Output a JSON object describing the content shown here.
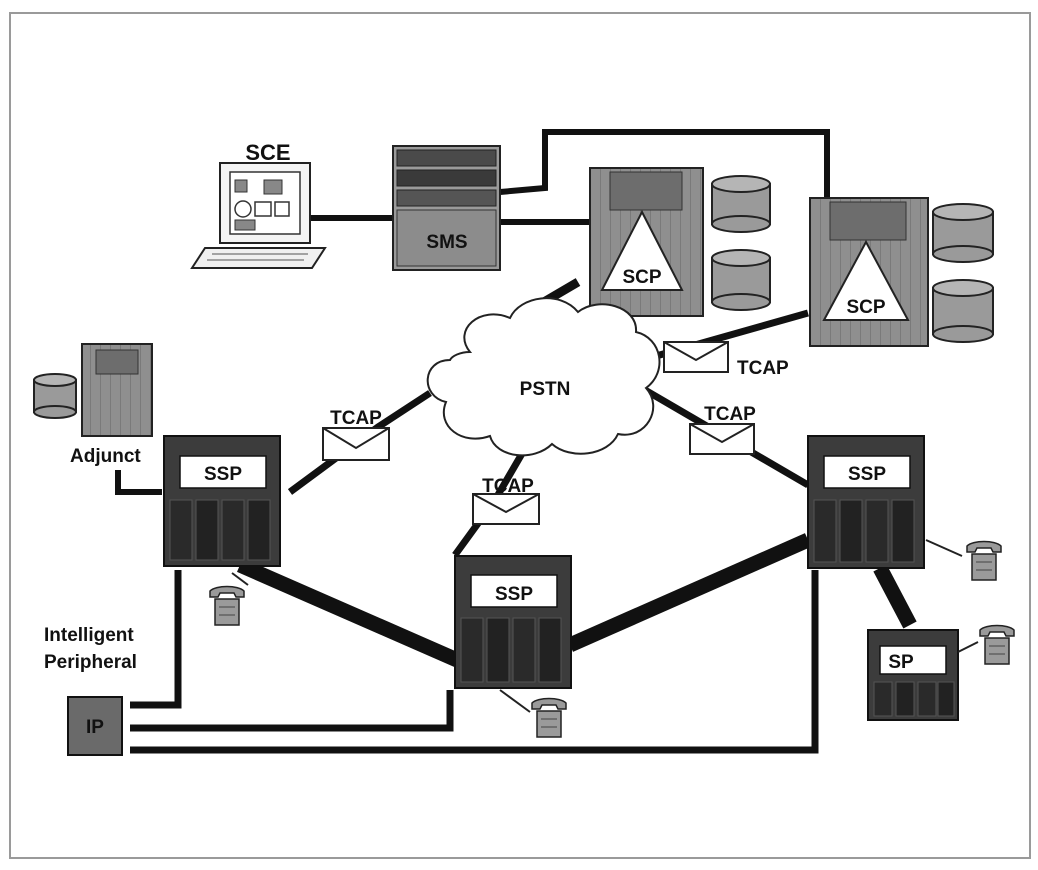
{
  "nodes": {
    "sce": "SCE",
    "sms": "SMS",
    "scp_left": "SCP",
    "scp_right": "SCP",
    "pstn": "PSTN",
    "ssp_left": "SSP",
    "ssp_center": "SSP",
    "ssp_right": "SSP",
    "sp": "SP",
    "ip": "IP",
    "adjunct": "Adjunct",
    "intelligent_peripheral_line1": "Intelligent",
    "intelligent_peripheral_line2": "Peripheral"
  },
  "messages": {
    "tcap_left": "TCAP",
    "tcap_center": "TCAP",
    "tcap_right_lower": "TCAP",
    "tcap_right_upper": "TCAP"
  },
  "colors": {
    "frame": "#9a9a9a",
    "equipment": "#8a8a8a",
    "equipment_dark": "#3c3c3c",
    "cloud_fill": "#ffffff",
    "link": "#111111"
  }
}
